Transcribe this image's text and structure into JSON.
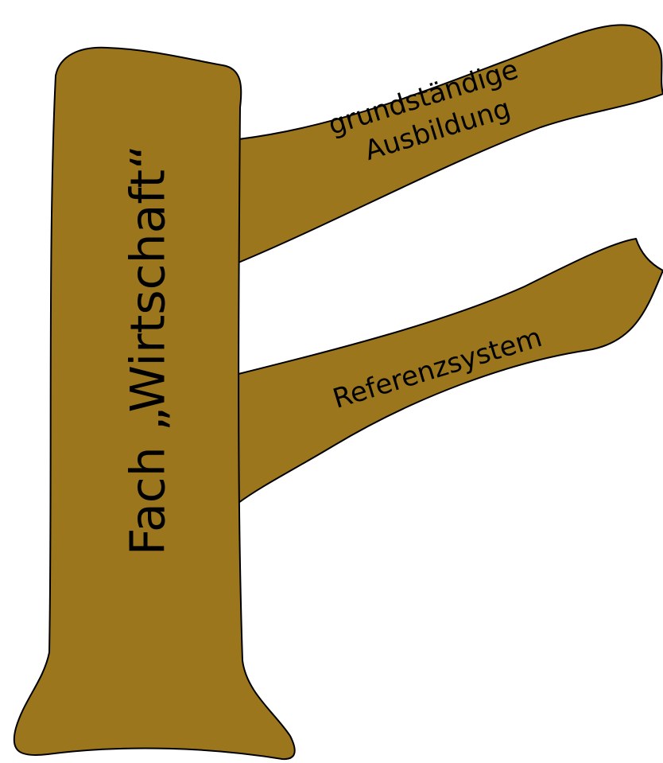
{
  "colors": {
    "wood": "#9b761c",
    "outline": "#000000",
    "text": "#000000",
    "background": "#ffffff"
  },
  "trunk": {
    "label": "Fach „Wirtschaft“"
  },
  "branches": [
    {
      "lines": [
        "grundständige",
        "Ausbildung"
      ]
    },
    {
      "lines": [
        "Referenzsystem"
      ]
    }
  ]
}
